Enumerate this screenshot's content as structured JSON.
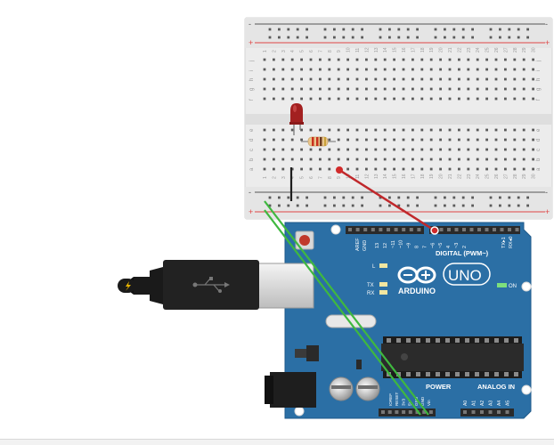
{
  "scene": {
    "breadboard": {
      "rail_top_minus": "-",
      "rail_top_plus": "+",
      "rail_bottom_minus": "-",
      "rail_bottom_plus": "+",
      "rows_top": [
        "j",
        "i",
        "h",
        "g",
        "f"
      ],
      "rows_bottom": [
        "e",
        "d",
        "c",
        "b",
        "a"
      ],
      "column_count": 30
    },
    "arduino": {
      "brand": "ARDUINO",
      "model": "UNO",
      "digital_label": "DIGITAL (PWM~)",
      "power_label": "POWER",
      "analog_label": "ANALOG IN",
      "on_label": "ON",
      "tx_label": "TX",
      "rx_label": "RX",
      "l_label": "L",
      "gnd_label": "GND",
      "aref_label": "AREF",
      "tx_pin_label": "TX▸1",
      "rx_pin_label": "RX◂0",
      "digital_pins": [
        "13",
        "12",
        "~11",
        "~10",
        "~9",
        "8",
        "7",
        "~6",
        "~5",
        "4",
        "~3",
        "2"
      ],
      "power_pins": [
        "IOREF",
        "RESET",
        "3V3",
        "5V",
        "GND",
        "GND",
        "Vin"
      ],
      "analog_pins": [
        "A0",
        "A1",
        "A2",
        "A3",
        "A4",
        "A5"
      ]
    },
    "colors": {
      "wire_green": "#3fb83f",
      "wire_red": "#d12a2a",
      "board_blue": "#2b6fa5",
      "breadboard": "#ebebeb",
      "rail_red": "#e04545",
      "rail_dark": "#555555"
    },
    "icons": [
      "usb-plug-icon",
      "power-plug-icon",
      "led-icon",
      "resistor-icon"
    ]
  }
}
